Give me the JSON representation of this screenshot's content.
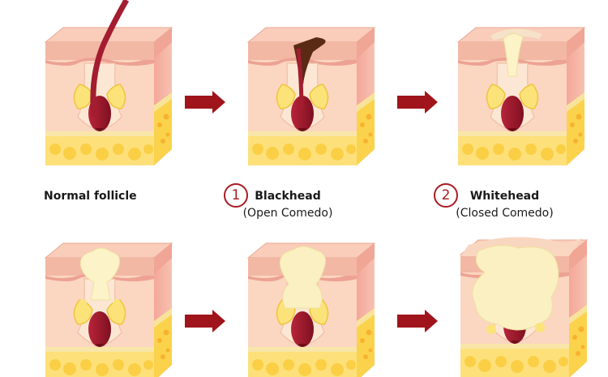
{
  "stages": [
    {
      "label": "Normal follicle",
      "sublabel": "",
      "number": ""
    },
    {
      "label": "Blackhead",
      "sublabel": "(Open Comedo)",
      "number": "1"
    },
    {
      "label": "Whitehead",
      "sublabel": "(Closed Comedo)",
      "number": "2"
    },
    {
      "label": "",
      "sublabel": "",
      "number": ""
    },
    {
      "label": "",
      "sublabel": "",
      "number": ""
    },
    {
      "label": "",
      "sublabel": "",
      "number": ""
    }
  ],
  "colors": {
    "arrow": "#a0141b",
    "number_ring": "#a81c24",
    "epidermis": "#f2b8a4",
    "dermis": "#fbd6c1",
    "fat": "#fbd24c",
    "hair": "#9e1b2c",
    "sebum": "#fdf3c8",
    "blackhead_plug": "#5a2a14"
  },
  "icons": [
    "right-arrow-icon"
  ]
}
